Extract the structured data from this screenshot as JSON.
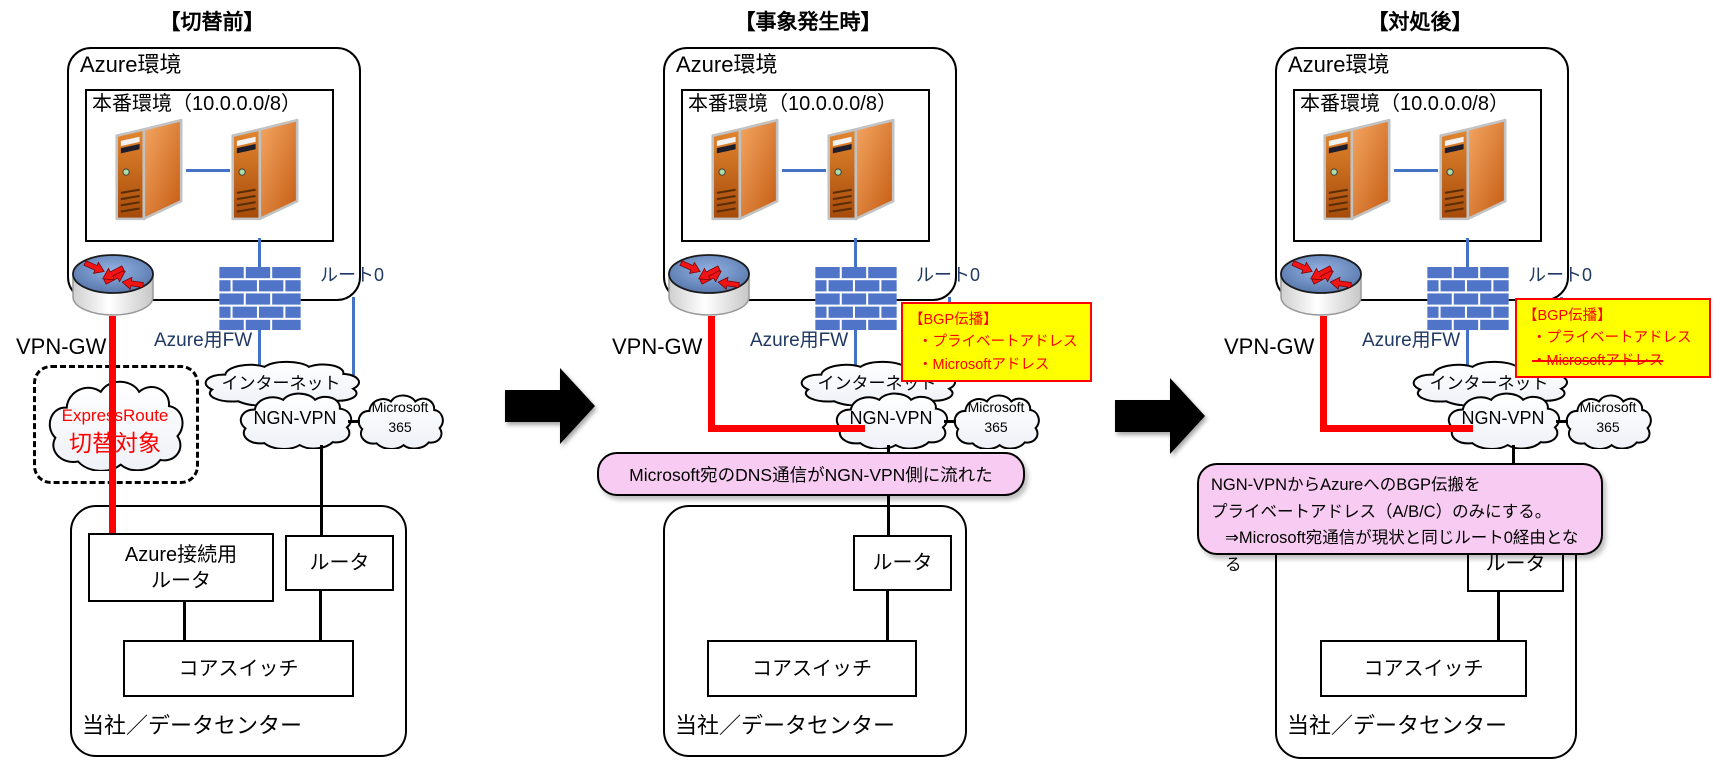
{
  "colors": {
    "accent_red": "#ff0000",
    "line_blue": "#4472c4",
    "label_navy": "#1f3864",
    "note_yellow": "#ffff00",
    "note_pink": "#f8ccf2",
    "firewall_blue": "#4f74c8",
    "server_orange": "#d96b1f"
  },
  "panels": [
    {
      "title": "【切替前】",
      "azure_label": "Azure環境",
      "prod_label": "本番環境（10.0.0.0/8）",
      "vpn_gw_label": "VPN-GW",
      "fw_label": "Azure用FW",
      "route0_label": "ルート0",
      "internet_label": "インターネット",
      "ngn_vpn_label": "NGN-VPN",
      "ms365_line1": "Microsoft",
      "ms365_line2": "365",
      "expressroute_label": "ExpressRoute",
      "expressroute_note": "切替対象",
      "conn_router_line1": "Azure接続用",
      "conn_router_line2": "ルータ",
      "router_label": "ルータ",
      "core_switch_label": "コアスイッチ",
      "dc_label": "当社／データセンター"
    },
    {
      "title": "【事象発生時】",
      "azure_label": "Azure環境",
      "prod_label": "本番環境（10.0.0.0/8）",
      "vpn_gw_label": "VPN-GW",
      "fw_label": "Azure用FW",
      "route0_label": "ルート0",
      "internet_label": "インターネット",
      "ngn_vpn_label": "NGN-VPN",
      "ms365_line1": "Microsoft",
      "ms365_line2": "365",
      "bgp_title": "【BGP伝播】",
      "bgp_item1": "・プライベートアドレス",
      "bgp_item2": "・Microsoftアドレス",
      "bgp_item2_struck": false,
      "note": "Microsoft宛のDNS通信がNGN-VPN側に流れた",
      "router_label": "ルータ",
      "core_switch_label": "コアスイッチ",
      "dc_label": "当社／データセンター"
    },
    {
      "title": "【対処後】",
      "azure_label": "Azure環境",
      "prod_label": "本番環境（10.0.0.0/8）",
      "vpn_gw_label": "VPN-GW",
      "fw_label": "Azure用FW",
      "route0_label": "ルート0",
      "internet_label": "インターネット",
      "ngn_vpn_label": "NGN-VPN",
      "ms365_line1": "Microsoft",
      "ms365_line2": "365",
      "bgp_title": "【BGP伝播】",
      "bgp_item1": "・プライベートアドレス",
      "bgp_item2": "・Microsoftアドレス",
      "bgp_item2_struck": true,
      "note_line1": "NGN-VPNからAzureへのBGP伝搬を",
      "note_line2": "プライベートアドレス（A/B/C）のみにする。",
      "note_line3": "⇒Microsoft宛通信が現状と同じルート0経由となる",
      "router_label": "ルータ",
      "core_switch_label": "コアスイッチ",
      "dc_label": "当社／データセンター"
    }
  ]
}
